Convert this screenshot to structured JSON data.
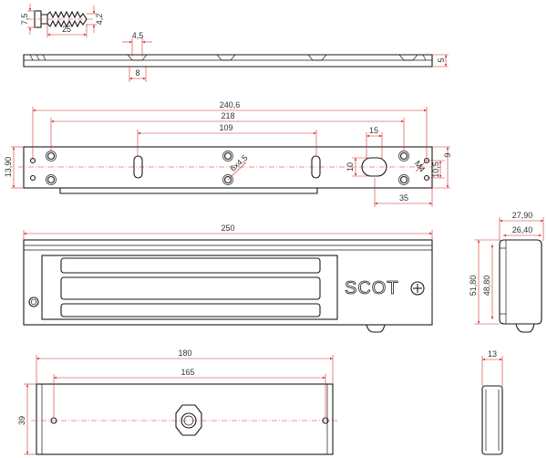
{
  "brand": "SCOT",
  "colors": {
    "outline": "#1a1a1a",
    "dimension": "#d32f2f",
    "text": "#333333"
  },
  "screw_view": {
    "dims": {
      "head": "7,5",
      "length": "25",
      "thread": "4,2"
    }
  },
  "plate_side_view": {
    "dims": {
      "slot_top": "4,5",
      "slot_bottom": "8",
      "thickness": "5"
    }
  },
  "plate_top_view": {
    "dims": {
      "overall": "240,6",
      "holes_outer": "218",
      "slots": "109",
      "height": "13,90",
      "slot_width": "15",
      "slot_height": "10",
      "thread_note": "M4",
      "hole_spacing_a": "10,5",
      "hole_spacing_b": "9",
      "bottom_hole": "35",
      "countersink_note": "6x4,5"
    }
  },
  "magnet_front_view": {
    "dims": {
      "length": "250"
    }
  },
  "magnet_side_view": {
    "dims": {
      "depth_outer": "27,90",
      "depth_inner": "26,40",
      "height_outer": "51,80",
      "height_inner": "48,80"
    }
  },
  "armature_front_view": {
    "dims": {
      "length": "180",
      "hole_spacing": "165",
      "height": "39"
    }
  },
  "armature_side_view": {
    "dims": {
      "thickness": "13"
    }
  }
}
